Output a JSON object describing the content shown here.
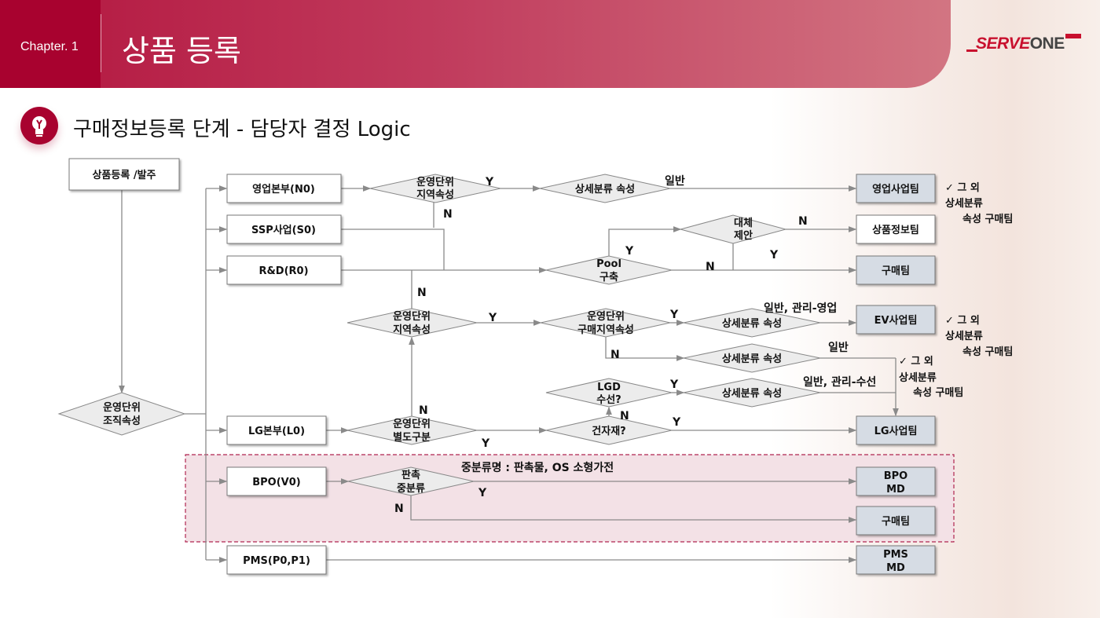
{
  "header": {
    "chapter": "Chapter. 1",
    "title": "상품 등록",
    "logo_red": "SERVE",
    "logo_gray": "ONE"
  },
  "subtitle": "구매정보등록 단계 - 담당자 결정 Logic",
  "colors": {
    "brand": "#a8022f",
    "team_box": "#d6dce4",
    "highlight_region": "#f3e1e6"
  },
  "start": {
    "label": "상품등록 /발주"
  },
  "org_decision": [
    "운영단위",
    "조직속성"
  ],
  "divisions": [
    "영업본부(N0)",
    "SSP사업(S0)",
    "R&D(R0)",
    "LG본부(L0)",
    "BPO(V0)",
    "PMS(P0,P1)"
  ],
  "decisions": {
    "region1": [
      "운영단위",
      "지역속성"
    ],
    "detail1": "상세분류 속성",
    "substitute": [
      "대체",
      "제안"
    ],
    "pool": [
      "Pool",
      "구축"
    ],
    "region2": [
      "운영단위",
      "지역속성"
    ],
    "purchase_region": [
      "운영단위",
      "구매지역속성"
    ],
    "detail2": "상세분류 속성",
    "detail3": "상세분류 속성",
    "lgd": [
      "LGD",
      "수선?"
    ],
    "detail4": "상세분류 속성",
    "separate": [
      "운영단위",
      "별도구분"
    ],
    "building": "건자재?",
    "promo": [
      "판촉",
      "중분류"
    ]
  },
  "teams": {
    "sales": "영업사업팀",
    "product_info": "상품정보팀",
    "purchase1": "구매팀",
    "ev": "EV사업팀",
    "lg": "LG사업팀",
    "bpo_md": [
      "BPO",
      "MD"
    ],
    "purchase2": "구매팀",
    "pms_md": [
      "PMS",
      "MD"
    ]
  },
  "edge_labels": {
    "y": "Y",
    "n": "N",
    "general": "일반",
    "general_sales": "일반, 관리-영업",
    "general_repair": "일반, 관리-수선",
    "promo_category": "중분류명 : 판촉물, OS 소형가전"
  },
  "notes": {
    "sales": [
      "✓ 그 외",
      "상세분류",
      "속성 구매팀"
    ],
    "ev": [
      "✓ 그 외",
      "상세분류",
      "속성 구매팀"
    ],
    "lg": [
      "✓ 그 외",
      "상세분류",
      "속성 구매팀"
    ]
  }
}
